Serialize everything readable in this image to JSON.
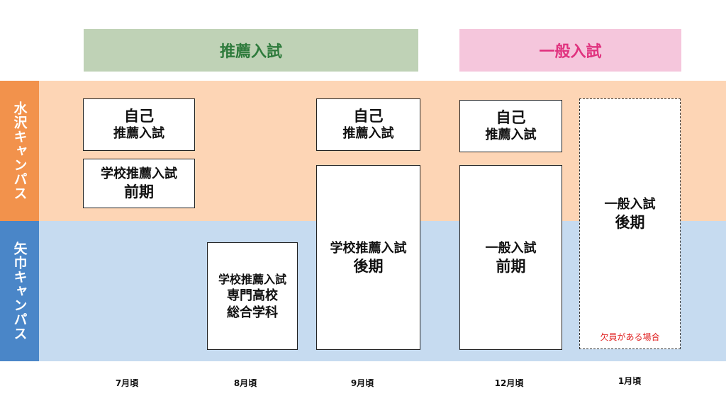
{
  "headers": {
    "recommendation": "推薦入試",
    "general": "一般入試"
  },
  "campuses": {
    "top": "水沢キャンパス",
    "bottom": "矢巾キャンパス"
  },
  "boxes": {
    "self_rec_july": [
      "自己",
      "推薦入試"
    ],
    "school_rec_early": [
      "学校推薦入試",
      "前期"
    ],
    "school_rec_vocational": [
      "学校推薦入試",
      "専門高校",
      "総合学科"
    ],
    "self_rec_sept": [
      "自己",
      "推薦入試"
    ],
    "school_rec_late": [
      "学校推薦入試",
      "後期"
    ],
    "self_rec_dec": [
      "自己",
      "推薦入試"
    ],
    "general_early": [
      "一般入試",
      "前期"
    ],
    "general_late": [
      "一般入試",
      "後期"
    ],
    "general_late_note": "欠員がある場合"
  },
  "months": [
    "7月頃",
    "8月頃",
    "9月頃",
    "12月頃",
    "1月頃"
  ],
  "colors": {
    "rec_header_bg": "#bfd2b6",
    "rec_header_text": "#2e7b3c",
    "gen_header_bg": "#f5c6dc",
    "gen_header_text": "#e0337f",
    "top_band": "#fdd5b5",
    "top_side": "#f2924c",
    "bottom_band": "#c6dbf0",
    "bottom_side": "#4a86c8",
    "note_text": "#e02020"
  }
}
